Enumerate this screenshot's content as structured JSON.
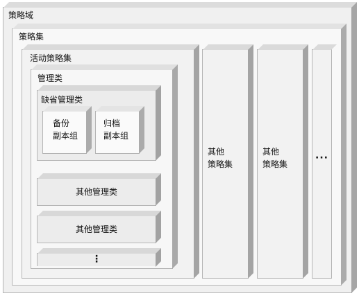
{
  "diagram": {
    "domain": {
      "label": "策略域"
    },
    "policy_set": {
      "label": "策略集"
    },
    "active_policy_set": {
      "label": "活动策略集"
    },
    "management_class": {
      "label": "管理类"
    },
    "default_management_class": {
      "label": "缺省管理类"
    },
    "backup_copy_group": {
      "label": "备份\n副本组"
    },
    "archive_copy_group": {
      "label": "归档\n副本组"
    },
    "other_management_classes": [
      {
        "label": "其他管理类"
      },
      {
        "label": "其他管理类"
      }
    ],
    "more_management_classes": {
      "label": "⋮"
    },
    "other_policy_sets": [
      {
        "label": "其他\n策略集"
      },
      {
        "label": "其他\n策略集"
      }
    ],
    "more_policy_sets": {
      "label": "···"
    }
  }
}
